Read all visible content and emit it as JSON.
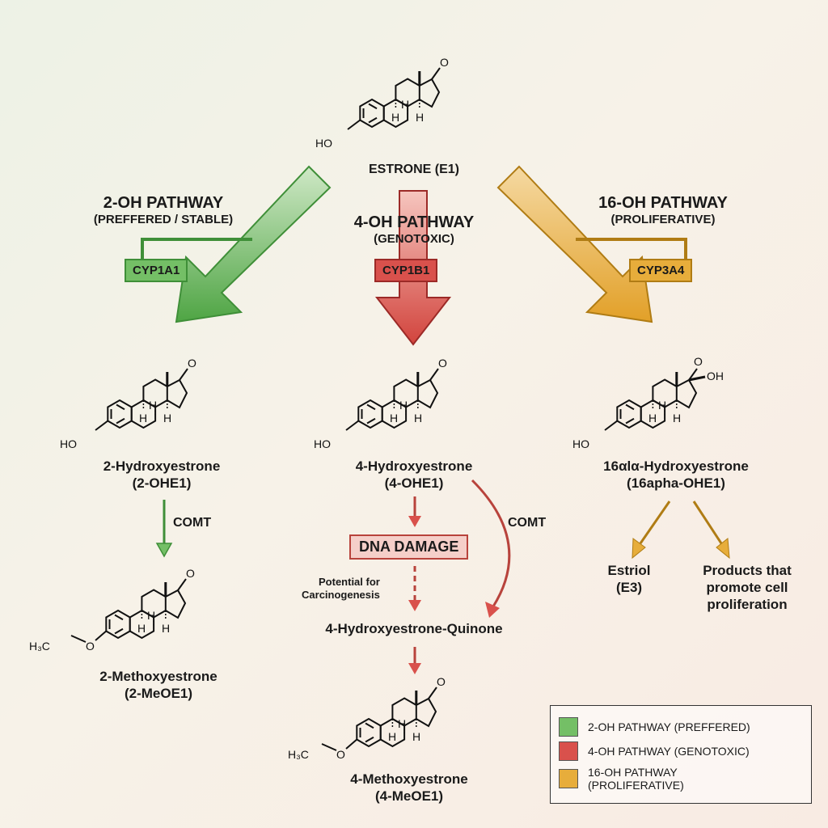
{
  "top": {
    "compound": "ESTRONE (E1)"
  },
  "pathways": {
    "p2": {
      "title": "2-OH PATHWAY",
      "subtitle": "(PREFFERED / STABLE)",
      "enzyme": "CYP1A1"
    },
    "p4": {
      "title": "4-OH PATHWAY",
      "subtitle": "(GENOTOXIC)",
      "enzyme": "CYP1B1"
    },
    "p16": {
      "title": "16-OH PATHWAY",
      "subtitle": "(PROLIFERATIVE)",
      "enzyme": "CYP3A4"
    }
  },
  "compounds": {
    "oh2": [
      "2-Hydroxyestrone",
      "(2-OHE1)"
    ],
    "meo2": [
      "2-Methoxyestrone",
      "(2-MeOE1)"
    ],
    "oh4": [
      "4-Hydroxyestrone",
      "(4-OHE1)"
    ],
    "quinone": "4-Hydroxyestrone-Quinone",
    "meo4": [
      "4-Methoxyestrone",
      "(4-MeOE1)"
    ],
    "oh16": [
      "16αlα-Hydroxyestrone",
      "(16apha-OHE1)"
    ],
    "estriol": [
      "Estriol",
      "(E3)"
    ],
    "products": [
      "Products that",
      "promote cell",
      "proliferation"
    ]
  },
  "labels": {
    "comt_left": "COMT",
    "comt_mid": "COMT",
    "dna_damage": "DNA DAMAGE",
    "potential": [
      "Potential for",
      "Carcinogenesis"
    ]
  },
  "structure_labels": {
    "ho": "HO",
    "h": "H",
    "o": "O",
    "oh": "OH",
    "h3c": "H₃C",
    "o_ether": "O"
  },
  "legend": {
    "items": [
      {
        "label": "2-OH PATHWAY (PREFFERED)",
        "color": "#74bf66"
      },
      {
        "label": "4-OH PATHWAY (GENOTOXIC)",
        "color": "#d9514c"
      },
      {
        "label": "16-OH PATHWAY (PROLIFERATIVE)",
        "color": "#e7ad3b"
      }
    ]
  },
  "colors": {
    "green": "#74bf66",
    "red": "#d9514c",
    "amber": "#e7ad3b"
  }
}
